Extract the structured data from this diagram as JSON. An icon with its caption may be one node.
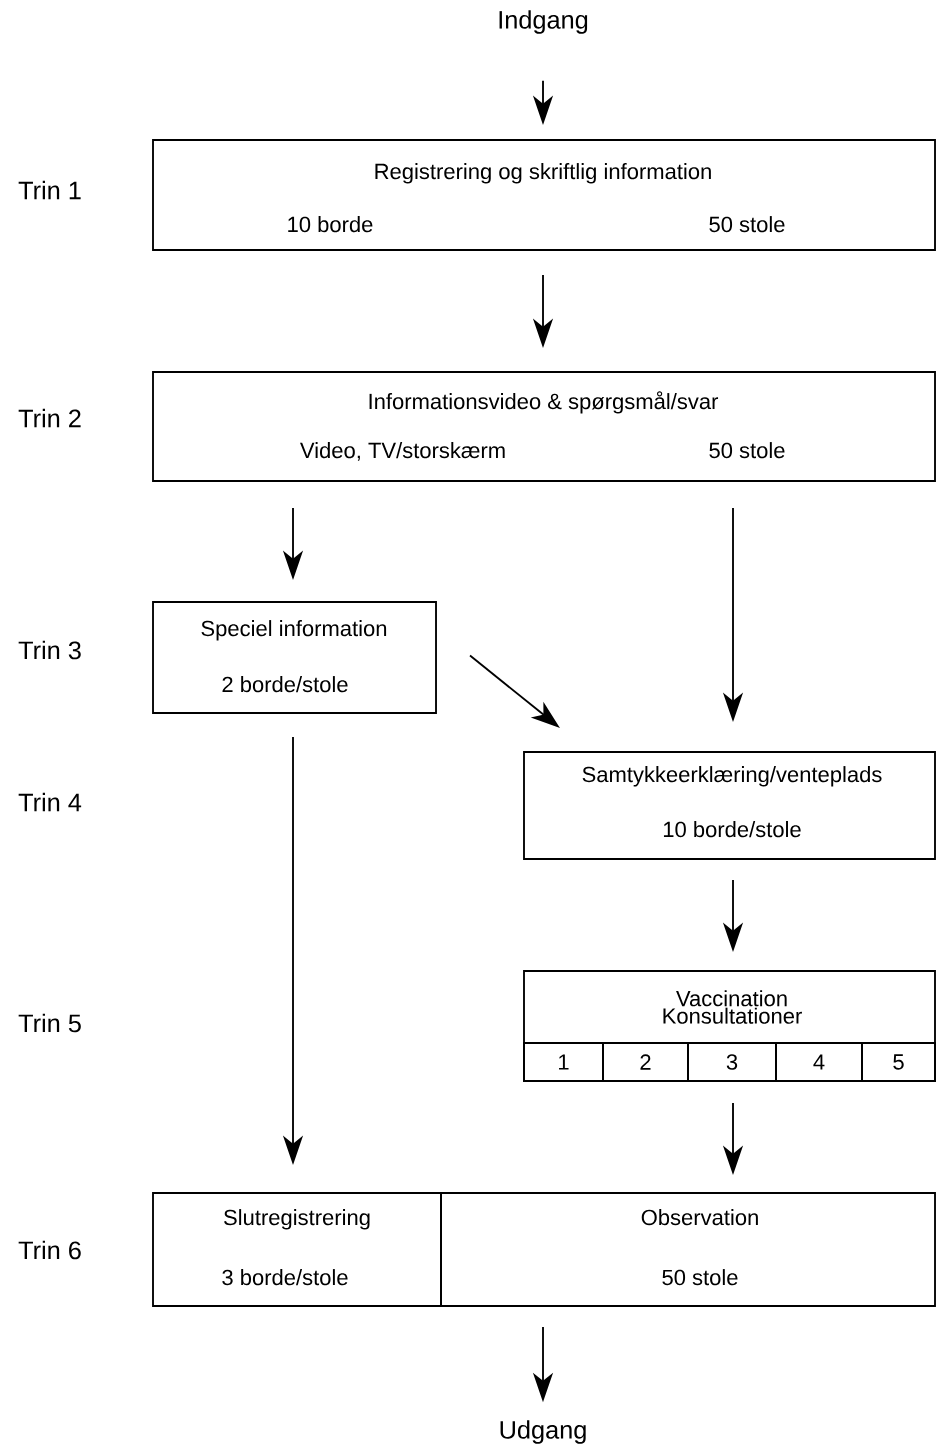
{
  "diagram": {
    "nodes": [
      {
        "text": [
          "Indgang"
        ]
      },
      {
        "text": [
          "Registrering og skriftlig information",
          "10 borde",
          "50 stole"
        ]
      },
      {
        "text": [
          "Informationsvideo & spørgsmål/svar",
          "Video, TV/storskærm",
          "50 stole"
        ]
      },
      {
        "text": [
          "Speciel information",
          "2 borde/stole"
        ]
      },
      {
        "text": [
          "Samtykkeerklæring/venteplads",
          "10 borde/stole"
        ]
      },
      {
        "text": [
          "Vaccination Konsultationer"
        ]
      },
      {
        "text": [
          "1"
        ],
        "in": 5
      },
      {
        "text": [
          "2"
        ],
        "in": 5
      },
      {
        "text": [
          "3"
        ],
        "in": 5
      },
      {
        "text": [
          "4"
        ],
        "in": 5
      },
      {
        "text": [
          "5"
        ],
        "in": 5
      },
      {
        "text": [
          "Slutregistrering",
          "3 borde/stole"
        ]
      },
      {
        "text": [
          "Observation",
          "50 stole"
        ]
      },
      {
        "text": [
          "Udgang"
        ]
      }
    ],
    "edges": [
      {
        "from": 0,
        "to": 1,
        "arrow": "to"
      },
      {
        "from": 1,
        "to": 2,
        "arrow": "to"
      },
      {
        "from": 2,
        "to": 3,
        "arrow": "to"
      },
      {
        "from": 2,
        "to": 4,
        "arrow": "to"
      },
      {
        "from": 3,
        "to": 4,
        "arrow": "to"
      },
      {
        "from": 3,
        "to": 11,
        "arrow": "to"
      },
      {
        "from": 4,
        "to": 5,
        "arrow": "to"
      },
      {
        "from": 5,
        "to": 12,
        "arrow": "to"
      },
      {
        "from": 12,
        "to": 13,
        "arrow": "to"
      }
    ],
    "labels": [
      "Trin 1",
      "Trin 2",
      "Trin 3",
      "Trin 4",
      "Trin 5",
      "Trin 6"
    ]
  }
}
